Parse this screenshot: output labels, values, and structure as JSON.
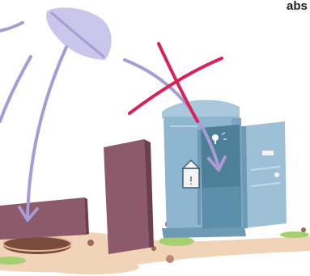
{
  "caption": {
    "text": "abs"
  },
  "illustration": {
    "subjects": [
      "leaf-shaped-object",
      "arrow",
      "arrow",
      "arrow",
      "cross-mark",
      "portable-toilet",
      "wall-panel",
      "wall-panel",
      "pit-hole",
      "ground"
    ],
    "crossed_out": "portable-toilet",
    "colors": {
      "leaf": "#c9c6ec",
      "arrows": "#a99bd3",
      "cross": "#d6245a",
      "toilet_body": "#8fb6cf",
      "toilet_dark": "#5c8aa5",
      "toilet_interior": "#4e7f99",
      "wall": "#8c5a6b",
      "wall_dark": "#6b3f50",
      "ground": "#f1d3b8",
      "grass": "#a6cf72",
      "pit": "#7a4a3c"
    }
  }
}
